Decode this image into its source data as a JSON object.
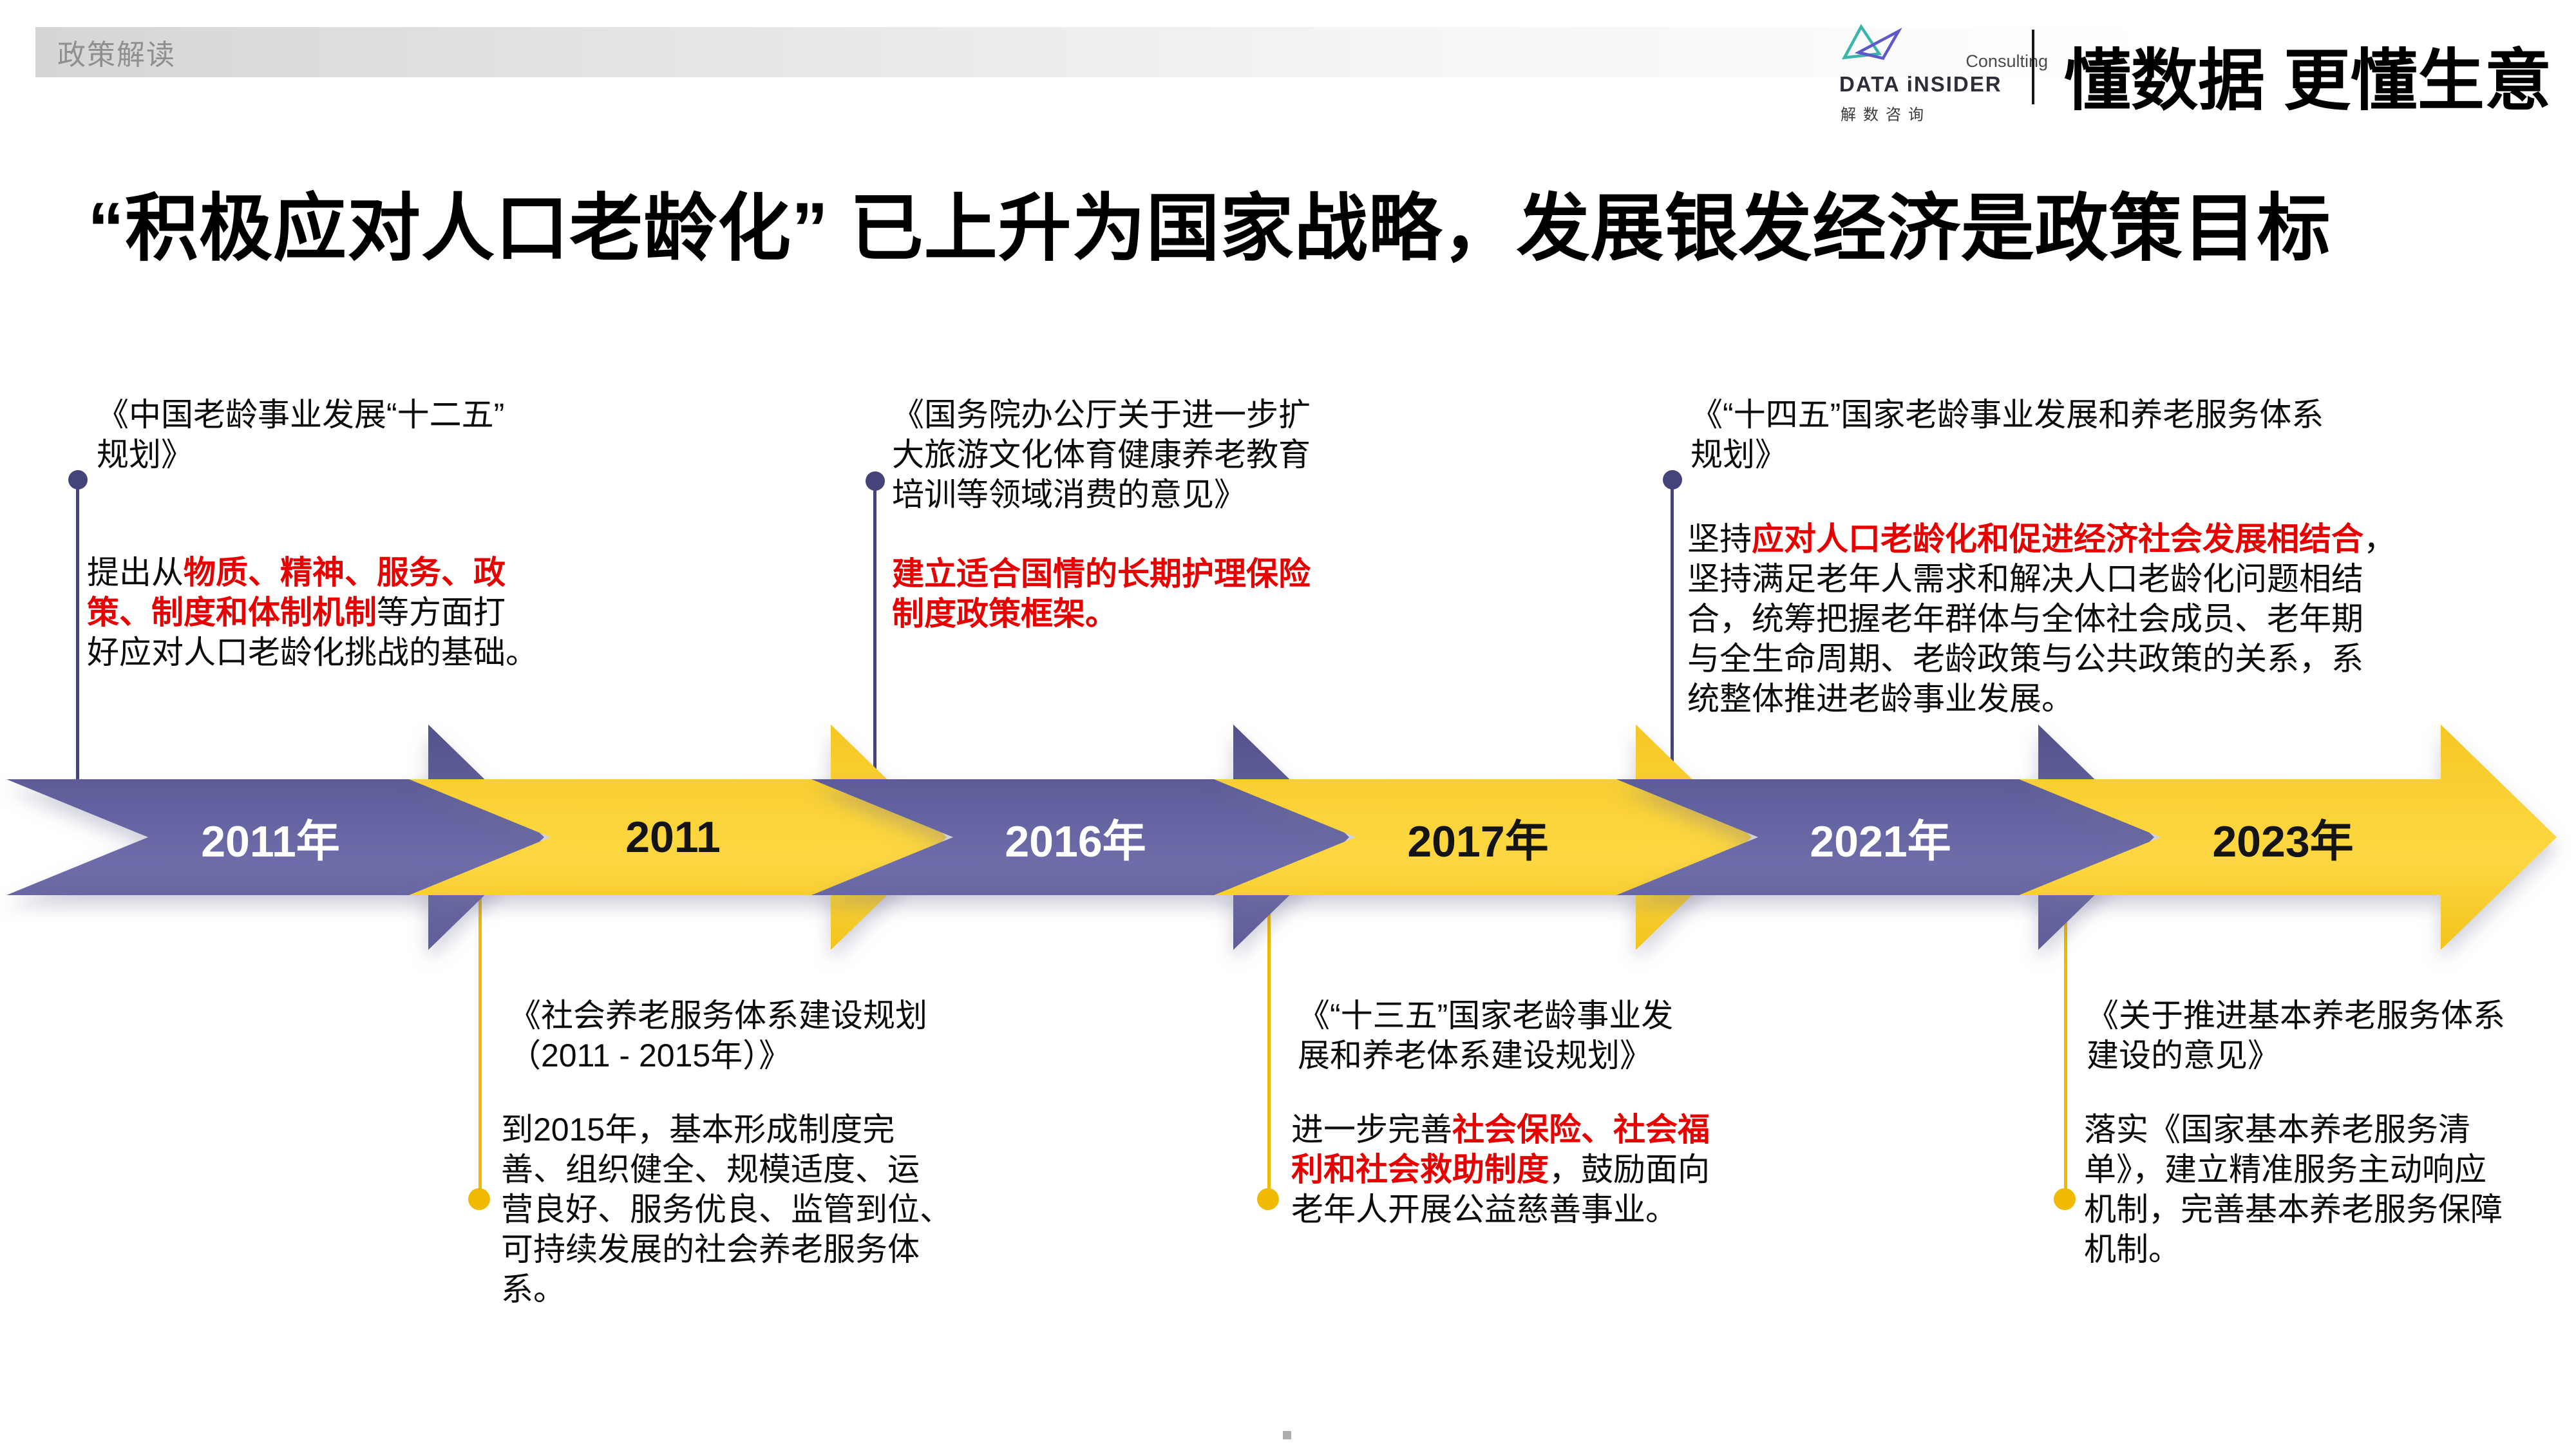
{
  "slide": {
    "breadcrumb": "政策解读",
    "title": "“积极应对人口老龄化” 已上升为国家战略，发展银发经济是政策目标"
  },
  "brand": {
    "icon": "bowtie-logo-icon",
    "consulting": "Consulting",
    "name": "DATA iNSIDER",
    "name_cn": "解数咨询",
    "tagline": "懂数据 更懂生意",
    "icon_colors": {
      "teal": "#3ab5ac",
      "indigo": "#5f58c9"
    }
  },
  "colors": {
    "purple_arrow": "#6a69a6",
    "yellow_arrow": "#fbd43a",
    "purple_connector": "#45447a",
    "yellow_connector": "#f0ba00",
    "red_emphasis": "#e60000"
  },
  "timeline": [
    {
      "year": "2011年",
      "color": "purple"
    },
    {
      "year": "2011",
      "color": "yellow"
    },
    {
      "year": "2016年",
      "color": "purple"
    },
    {
      "year": "2017年",
      "color": "yellow"
    },
    {
      "year": "2021年",
      "color": "purple"
    },
    {
      "year": "2023年",
      "color": "yellow"
    }
  ],
  "notes_top": [
    {
      "title": "《中国老龄事业发展“十二五”\n规划》",
      "body": [
        {
          "text": "提出从"
        },
        {
          "text": "物质、精神、服务、政\n策、制度和体制机制",
          "em": true
        },
        {
          "text": "等方面打\n好应对人口老龄化挑战的基础。"
        }
      ]
    },
    {
      "title": "《国务院办公厅关于进一步扩\n大旅游文化体育健康养老教育\n培训等领域消费的意见》",
      "body": [
        {
          "text": "建立适合国情的长期护理保险\n制度政策框架。",
          "em": true
        }
      ]
    },
    {
      "title": "《“十四五”国家老龄事业发展和养老服务体系\n规划》",
      "body": [
        {
          "text": "坚持"
        },
        {
          "text": "应对人口老龄化和促进经济社会发展相结合",
          "em": true
        },
        {
          "text": "，\n坚持满足老年人需求和解决人口老龄化问题相结\n合，统筹把握老年群体与全体社会成员、老年期\n与全生命周期、老龄政策与公共政策的关系，系\n统整体推进老龄事业发展。"
        }
      ]
    }
  ],
  "notes_bottom": [
    {
      "title": "《社会养老服务体系建设规划\n（2011 - 2015年）》",
      "body": [
        {
          "text": "到2015年，基本形成制度完\n善、组织健全、规模适度、运\n营良好、服务优良、监管到位、\n可持续发展的社会养老服务体\n系。"
        }
      ]
    },
    {
      "title": "《“十三五”国家老龄事业发\n展和养老体系建设规划》",
      "body": [
        {
          "text": "进一步完善"
        },
        {
          "text": "社会保险、社会福\n利和社会救助制度",
          "em": true
        },
        {
          "text": "，鼓励面向\n老年人开展公益慈善事业。"
        }
      ]
    },
    {
      "title": "《关于推进基本养老服务体系\n建设的意见》",
      "body": [
        {
          "text": "落实《国家基本养老服务清\n单》，建立精准服务主动响应\n机制，完善基本养老服务保障\n机制。"
        }
      ]
    }
  ],
  "footer": {
    "marker_icon": "small-gray-square"
  }
}
